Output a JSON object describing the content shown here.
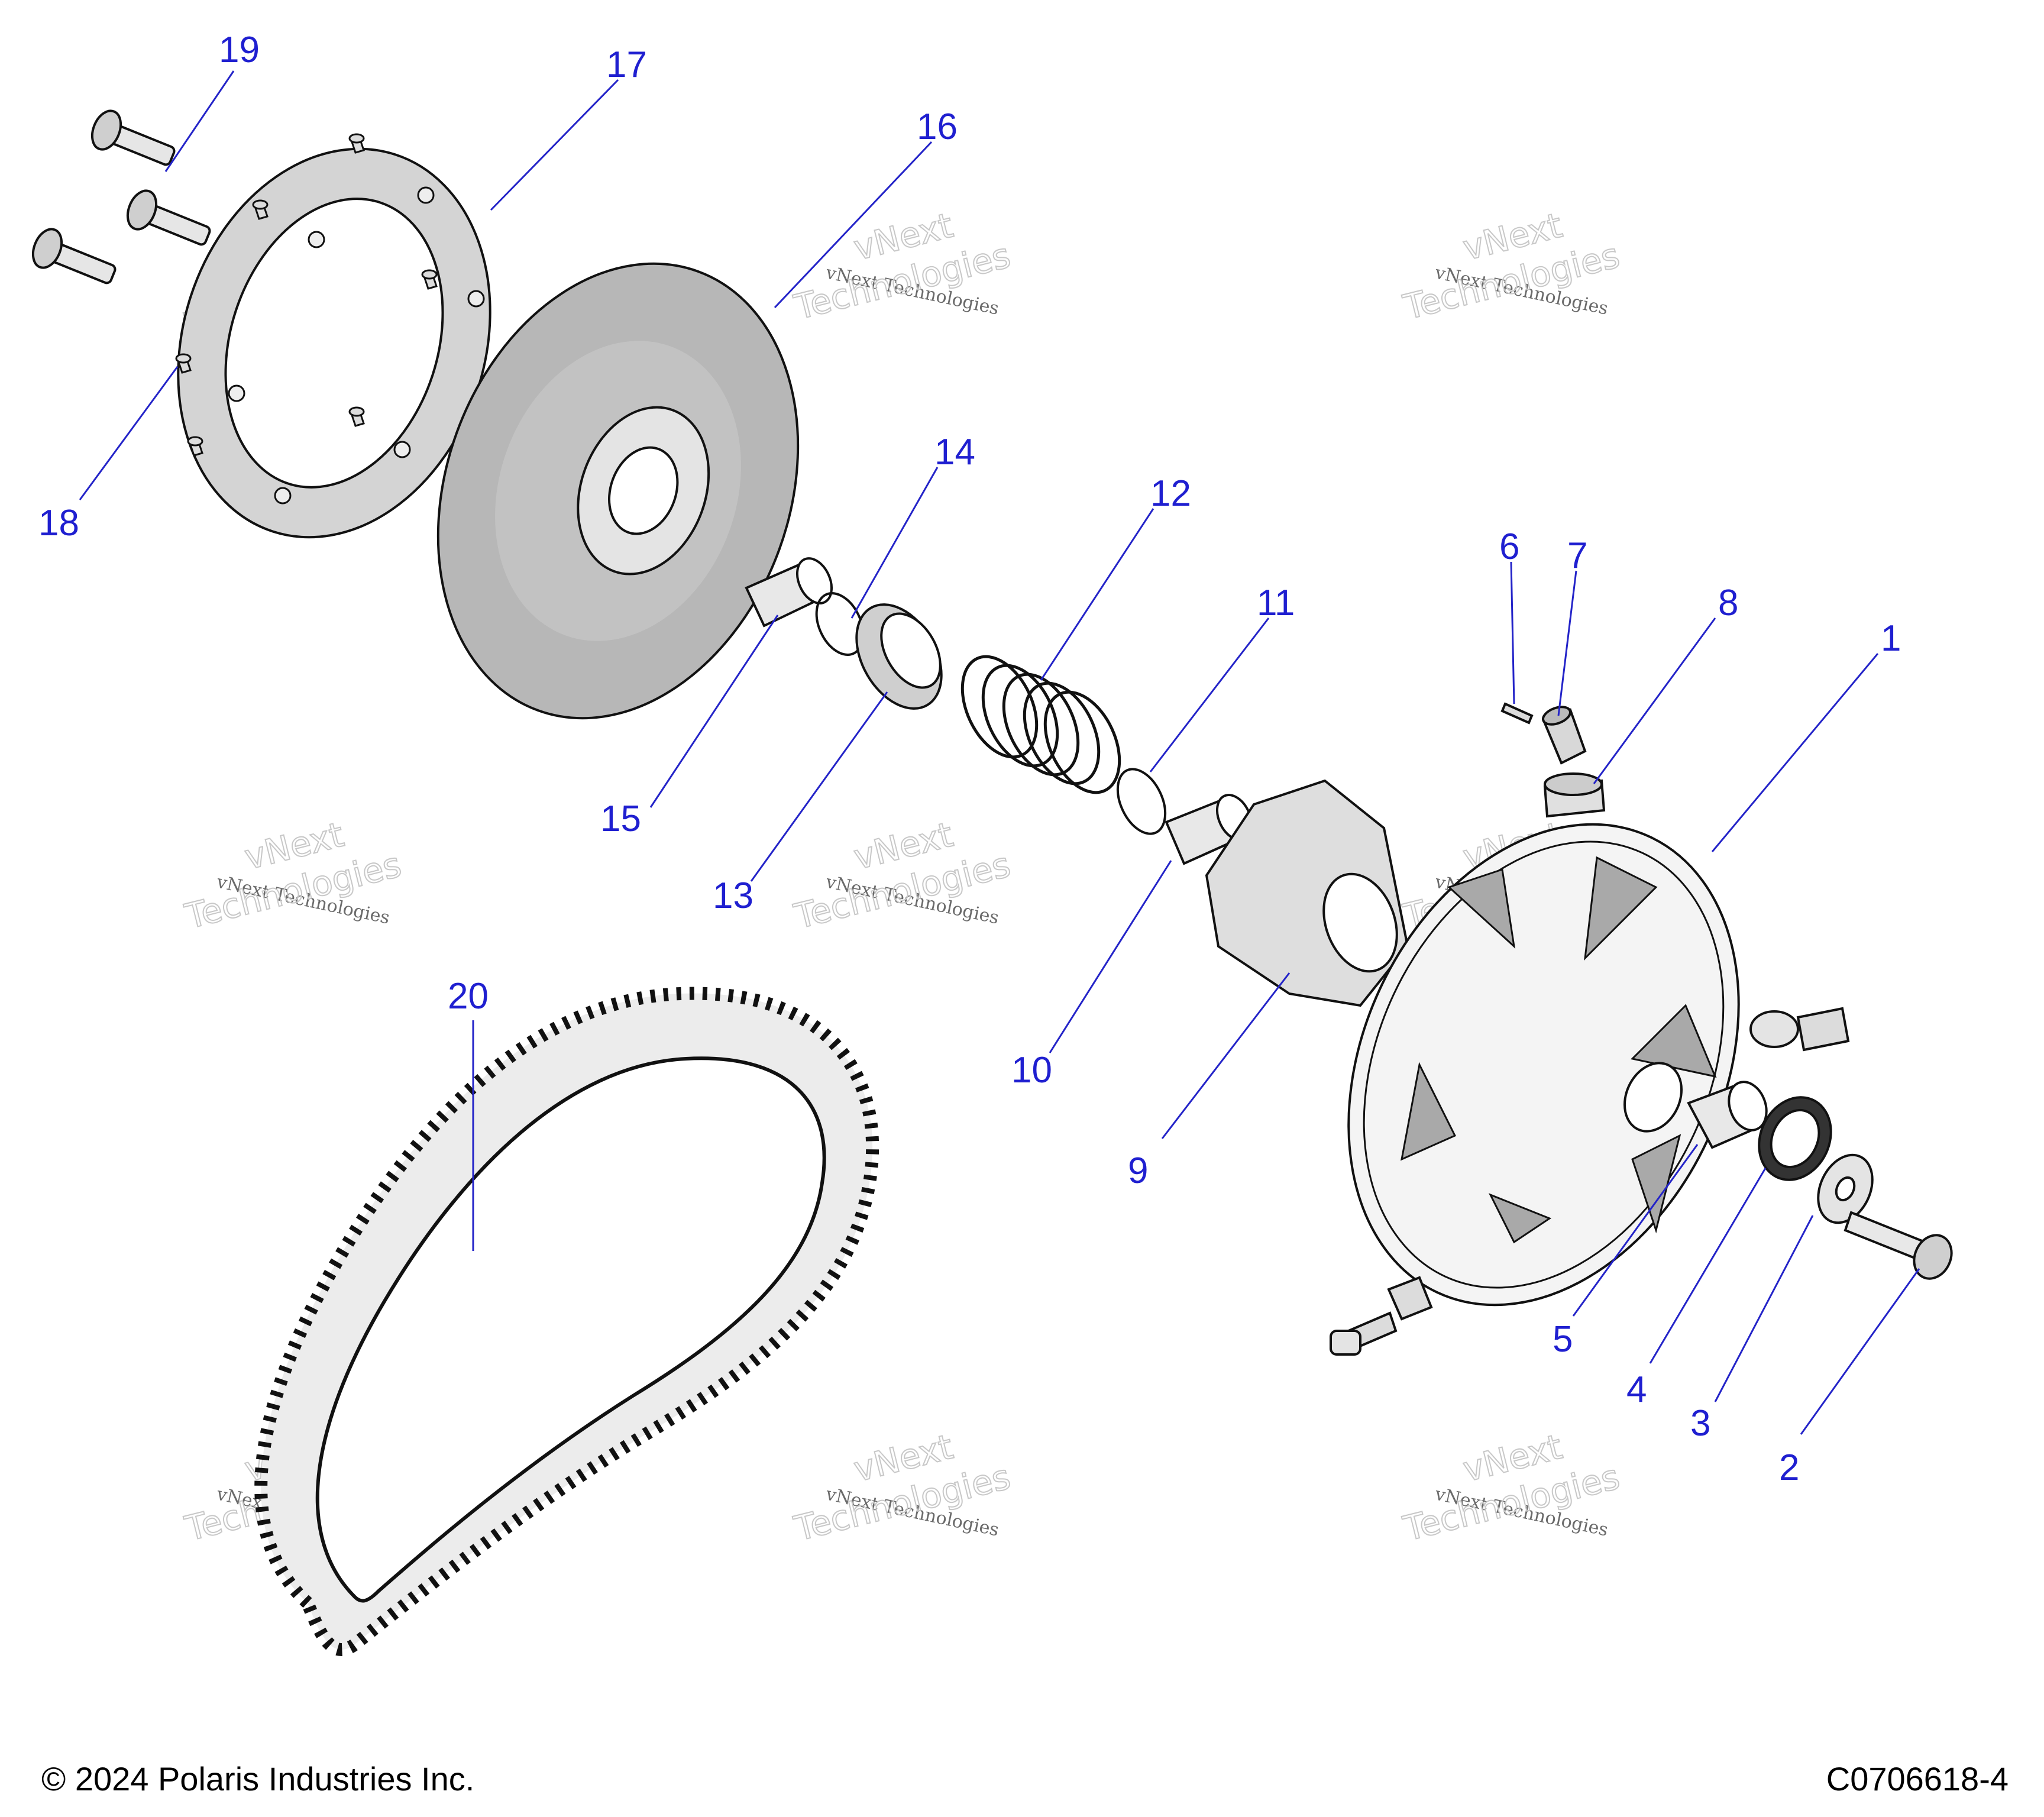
{
  "footer": {
    "copyright": "© 2024 Polaris Industries Inc.",
    "drawing_id": "C0706618-4"
  },
  "watermark": {
    "line": "vNext Technologies",
    "line_a": "vNext",
    "line_b": "Technologies"
  },
  "callouts": {
    "c1": "1",
    "c2": "2",
    "c3": "3",
    "c4": "4",
    "c5": "5",
    "c6": "6",
    "c7": "7",
    "c8": "8",
    "c9": "9",
    "c10": "10",
    "c11": "11",
    "c12": "12",
    "c13": "13",
    "c14": "14",
    "c15": "15",
    "c16": "16",
    "c17": "17",
    "c18": "18",
    "c19": "19",
    "c20": "20"
  }
}
